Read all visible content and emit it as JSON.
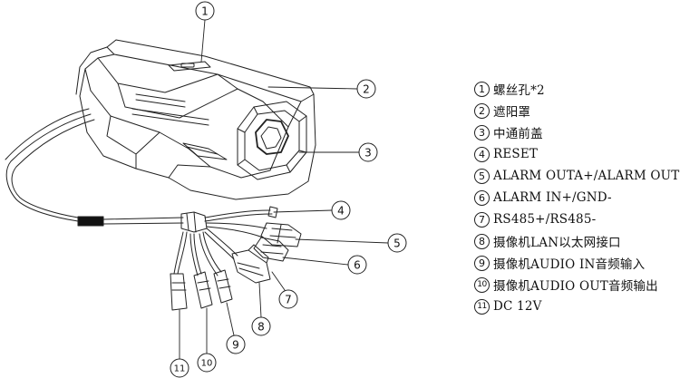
{
  "callouts": [
    {
      "num": "1"
    },
    {
      "num": "2"
    },
    {
      "num": "3"
    },
    {
      "num": "4"
    },
    {
      "num": "5"
    },
    {
      "num": "6"
    },
    {
      "num": "7"
    },
    {
      "num": "8"
    },
    {
      "num": "9"
    },
    {
      "num": "10"
    },
    {
      "num": "11"
    }
  ],
  "legend": [
    {
      "num": "1",
      "text": "螺丝孔*2"
    },
    {
      "num": "2",
      "text": "遮阳罩"
    },
    {
      "num": "3",
      "text": "中通前盖"
    },
    {
      "num": "4",
      "text": "RESET"
    },
    {
      "num": "5",
      "text": "ALARM OUTA+/ALARM OUTB-"
    },
    {
      "num": "6",
      "text": "ALARM IN+/GND-"
    },
    {
      "num": "7",
      "text": "RS485+/RS485-"
    },
    {
      "num": "8",
      "text": "摄像机LAN以太网接口"
    },
    {
      "num": "9",
      "text": "摄像机AUDIO IN音频输入"
    },
    {
      "num": "10",
      "text": "摄像机AUDIO OUT音频输出"
    },
    {
      "num": "11",
      "text": "DC 12V"
    }
  ]
}
